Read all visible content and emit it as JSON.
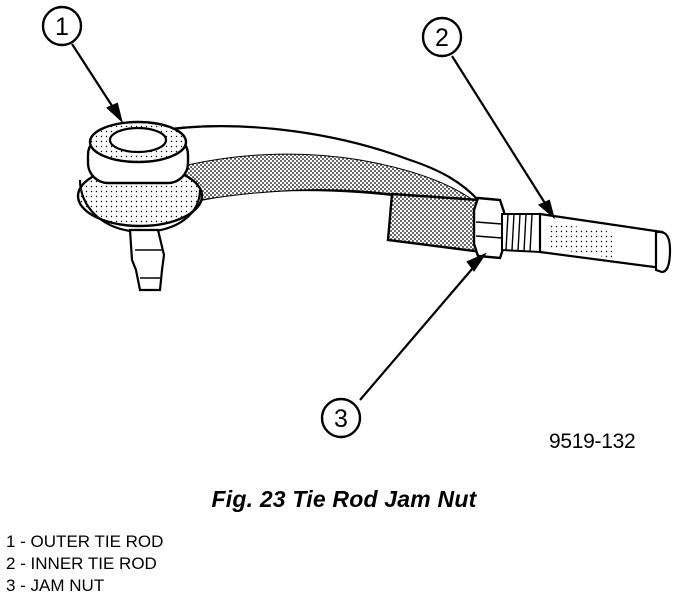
{
  "figure": {
    "drawing_id": "9519-132",
    "caption": "Fig. 23 Tie Rod Jam Nut",
    "callouts": [
      {
        "number": "1",
        "label": "OUTER TIE ROD"
      },
      {
        "number": "2",
        "label": "INNER TIE ROD"
      },
      {
        "number": "3",
        "label": "JAM NUT"
      }
    ]
  },
  "legend": [
    "1 - OUTER TIE ROD",
    "2 - INNER TIE ROD",
    "3 - JAM NUT"
  ]
}
